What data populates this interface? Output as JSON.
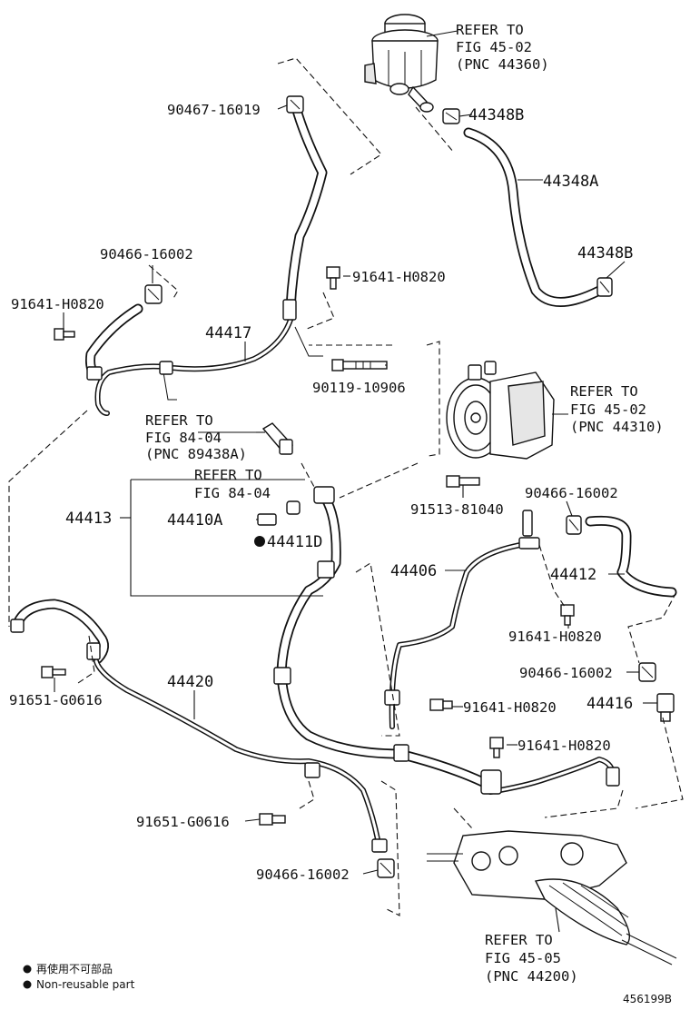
{
  "labels": {
    "p90467_16019": "90467-16019",
    "p44348B_top": "44348B",
    "p44348A": "44348A",
    "p44348B_right": "44348B",
    "p90466_16002_a": "90466-16002",
    "p91641_H0820_a": "91641-H0820",
    "p91641_H0820_b": "91641-H0820",
    "p44417": "44417",
    "p90119_10906": "90119-10906",
    "p44413": "44413",
    "p44410A": "44410A",
    "p44411D": "44411D",
    "p91513_81040": "91513-81040",
    "p90466_16002_b": "90466-16002",
    "p44406": "44406",
    "p44412": "44412",
    "p91641_H0820_c": "91641-H0820",
    "p90466_16002_c": "90466-16002",
    "p44416": "44416",
    "p91641_H0820_d": "91641-H0820",
    "p91641_H0820_e": "91641-H0820",
    "p44420": "44420",
    "p91651_G0616_a": "91651-G0616",
    "p91651_G0616_b": "91651-G0616",
    "p90466_16002_d": "90466-16002"
  },
  "refs": {
    "reservoir": [
      "REFER TO",
      "FIG 45-02",
      "(PNC 44360)"
    ],
    "pump": [
      "REFER TO",
      "FIG 45-02",
      "(PNC 44310)"
    ],
    "sensor": [
      "REFER TO",
      "FIG 84-04",
      "(PNC 89438A)"
    ],
    "sensor2": [
      "REFER TO",
      "FIG 84-04"
    ],
    "gear": [
      "REFER TO",
      "FIG 45-05",
      "(PNC 44200)"
    ]
  },
  "legend": {
    "jp": "再使用不可部品",
    "en": "Non-reusable part"
  },
  "figure_id": "456199B"
}
